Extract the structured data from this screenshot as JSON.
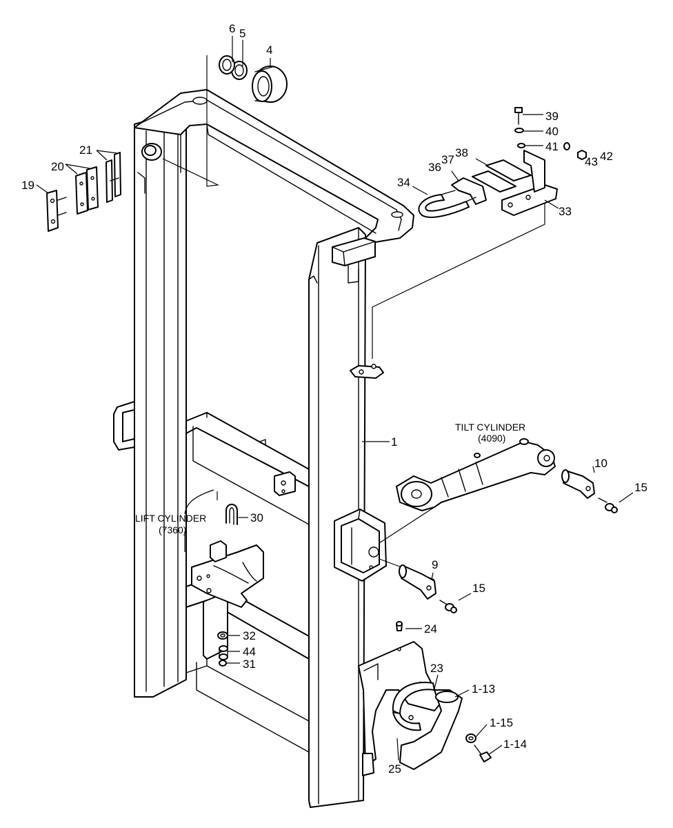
{
  "callouts": {
    "c1": "1",
    "c4": "4",
    "c5": "5",
    "c6": "6",
    "c9": "9",
    "c10": "10",
    "c15a": "15",
    "c15b": "15",
    "c19": "19",
    "c20": "20",
    "c21": "21",
    "c23": "23",
    "c24": "24",
    "c25": "25",
    "c30": "30",
    "c31": "31",
    "c32": "32",
    "c33": "33",
    "c34": "34",
    "c36": "36",
    "c37": "37",
    "c38": "38",
    "c39": "39",
    "c40": "40",
    "c41": "41",
    "c42": "42",
    "c43": "43",
    "c44": "44",
    "c1_13": "1-13",
    "c1_14": "1-14",
    "c1_15": "1-15"
  },
  "tilt_cylinder": {
    "label": "TILT CYLINDER",
    "ref": "(4090)"
  },
  "lift_cylinder": {
    "label": "LIFT CYLINDER",
    "ref": "(7360)"
  }
}
